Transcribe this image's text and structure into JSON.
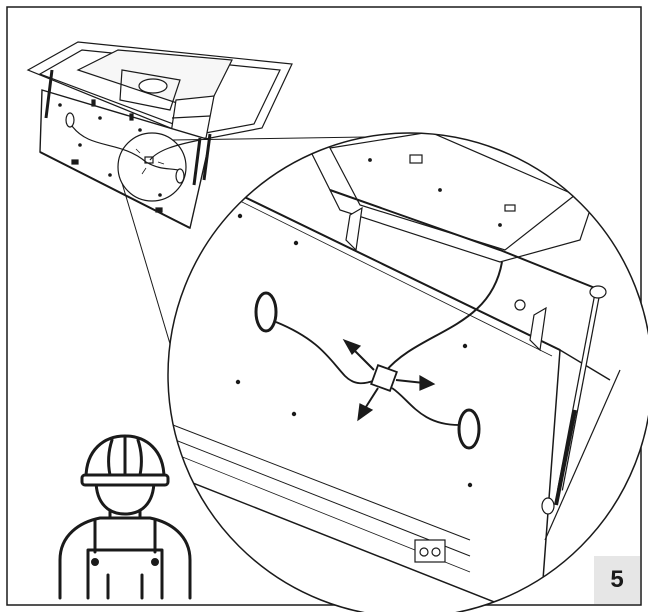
{
  "step": {
    "number": "5"
  },
  "colors": {
    "stroke": "#1a1a1a",
    "badge_bg": "#e6e6e6",
    "background": "#ffffff"
  },
  "icons": {
    "worker": "technician-with-helmet-icon",
    "overview": "hood-underside-overview",
    "detail": "magnified-connector-detail"
  }
}
